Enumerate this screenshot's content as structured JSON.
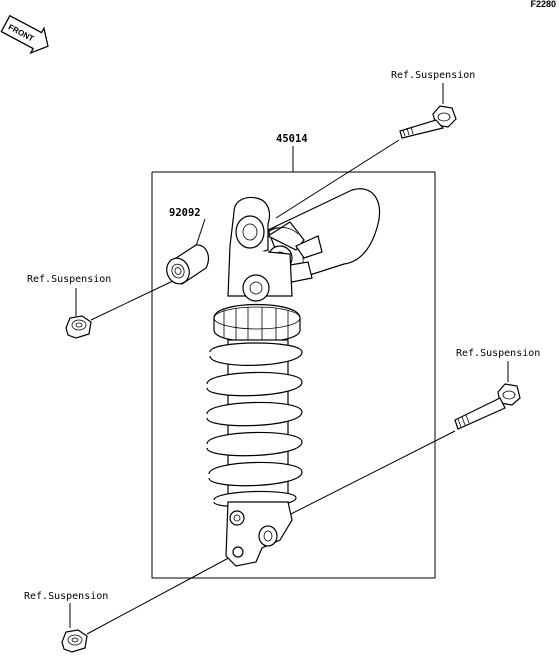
{
  "figure_id": "F2280",
  "front_marker": "FRONT",
  "labels": {
    "ref_top": "Ref.Suspension",
    "ref_left": "Ref.Suspension",
    "ref_right": "Ref.Suspension",
    "ref_bottom": "Ref.Suspension",
    "part_shock": "45014",
    "part_bushing": "92092"
  }
}
